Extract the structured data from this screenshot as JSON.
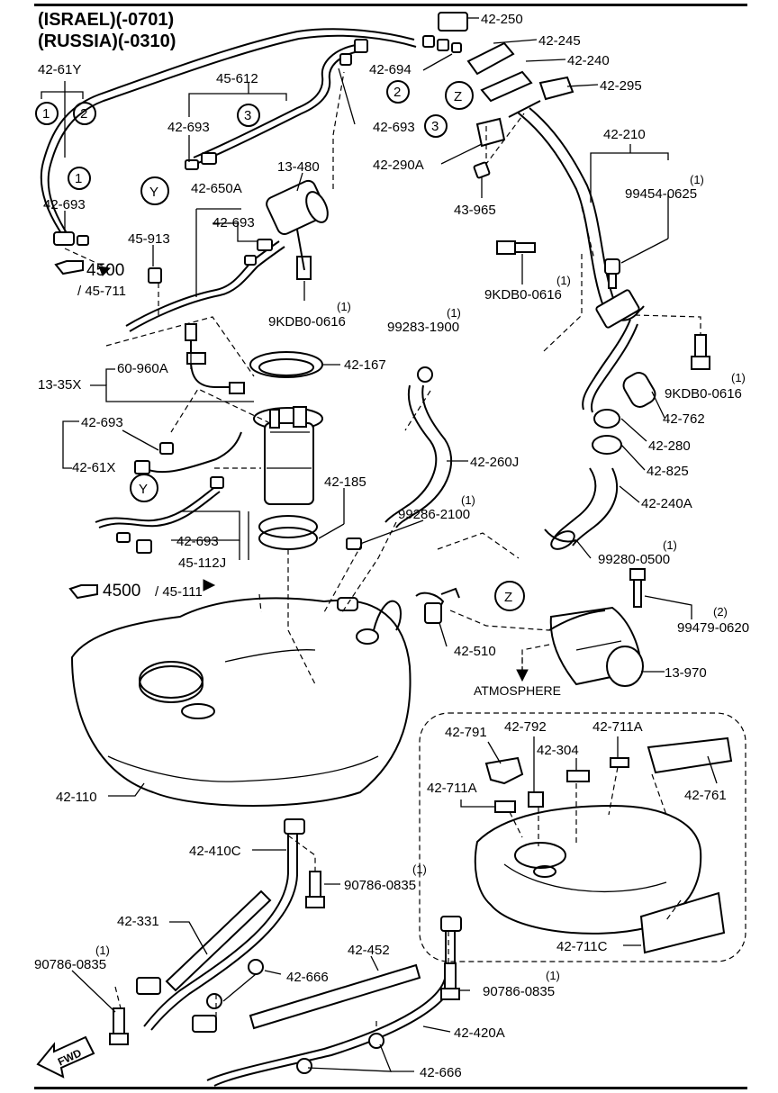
{
  "header": {
    "line1": "(ISRAEL)(-0701)",
    "line2": "(RUSSIA)(-0310)"
  },
  "callouts": {
    "c1": "1",
    "c2": "2",
    "c3": "3",
    "y": "Y",
    "z": "Z"
  },
  "labels": {
    "p42_61Y": "42-61Y",
    "p42_693_a": "42-693",
    "p45_612": "45-612",
    "p42_693_b": "42-693",
    "p42_650A": "42-650A",
    "p42_693_c": "42-693",
    "p13_480": "13-480",
    "p45_913": "45-913",
    "ref4500_a": "4500",
    "ref45_711": "/ 45-711",
    "p9KDB0_a": "9KDB0-0616",
    "p42_250": "42-250",
    "p42_245": "42-245",
    "p42_694": "42-694",
    "p42_240": "42-240",
    "p42_295": "42-295",
    "p42_693_d": "42-693",
    "p42_290A": "42-290A",
    "p43_965": "43-965",
    "p42_210": "42-210",
    "p99454": "99454-0625",
    "p9KDB0_b": "9KDB0-0616",
    "p9KDB0_c": "9KDB0-0616",
    "p99283": "99283-1900",
    "p13_35X": "13-35X",
    "p60_960A": "60-960A",
    "p42_167": "42-167",
    "p42_762": "42-762",
    "p42_693_e": "42-693",
    "p42_61X": "42-61X",
    "p42_280": "42-280",
    "p42_260J": "42-260J",
    "p42_825": "42-825",
    "p42_185": "42-185",
    "p99286": "99286-2100",
    "p42_240A": "42-240A",
    "p42_693_f": "42-693",
    "p45_112J": "45-112J",
    "p99280": "99280-0500",
    "ref4500_b": "4500",
    "ref45_111": "/ 45-111",
    "p99479": "99479-0620",
    "p42_510": "42-510",
    "p13_970": "13-970",
    "atmosphere": "ATMOSPHERE",
    "p42_110": "42-110",
    "p42_791": "42-791",
    "p42_792": "42-792",
    "p42_711A_a": "42-711A",
    "p42_304": "42-304",
    "p42_711A_b": "42-711A",
    "p42_761": "42-761",
    "p42_711C": "42-711C",
    "p42_410C": "42-410C",
    "p90786_a": "90786-0835",
    "p42_331": "42-331",
    "p90786_b": "90786-0835",
    "p42_666_a": "42-666",
    "p42_452": "42-452",
    "p90786_c": "90786-0835",
    "p42_420A": "42-420A",
    "p42_666_b": "42-666",
    "fwd": "FWD"
  },
  "qty": {
    "q1": "(1)",
    "q2": "(2)"
  }
}
